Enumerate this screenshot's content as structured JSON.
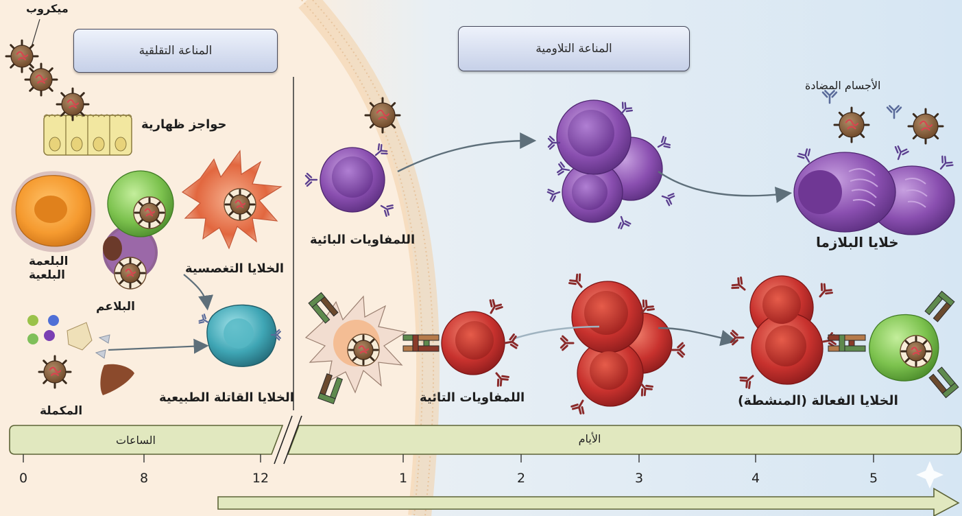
{
  "headers": {
    "innate": "المناعة التقلقية",
    "adaptive": "المناعة التلاومية"
  },
  "labels": {
    "microbe": "ميكروب",
    "epithelial_barriers": "حواجز ظهارية",
    "macrophage_line1": "البلعمة",
    "macrophage_line2": "البلعية",
    "phagocyte": "البلاعم",
    "dendritic_cells": "الخلايا التغصسية",
    "complement": "المكملة",
    "nk_cells": "الخلايا القاتلة الطبيعية",
    "b_lymphocytes": "اللمفاويات البائية",
    "antibodies": "الأجسام المضادة",
    "plasma_cells": "خلايا البلازما",
    "t_lymphocytes": "اللمفاويات التائية",
    "effector_cells": "الخلايا الفعالة (المنشطة)"
  },
  "timeline": {
    "hours_label": "الساعات",
    "days_label": "الأيام",
    "ticks": [
      "0",
      "8",
      "12",
      "1",
      "2",
      "3",
      "4",
      "5"
    ]
  },
  "colors": {
    "innate_bg": "#fbeee0",
    "adaptive_bg": "#dfeaf3",
    "b_cell": "#8a4fb0",
    "t_cell": "#c8322e",
    "timeline_bar": "#dfe6b8",
    "microbe": "#7a5232"
  }
}
